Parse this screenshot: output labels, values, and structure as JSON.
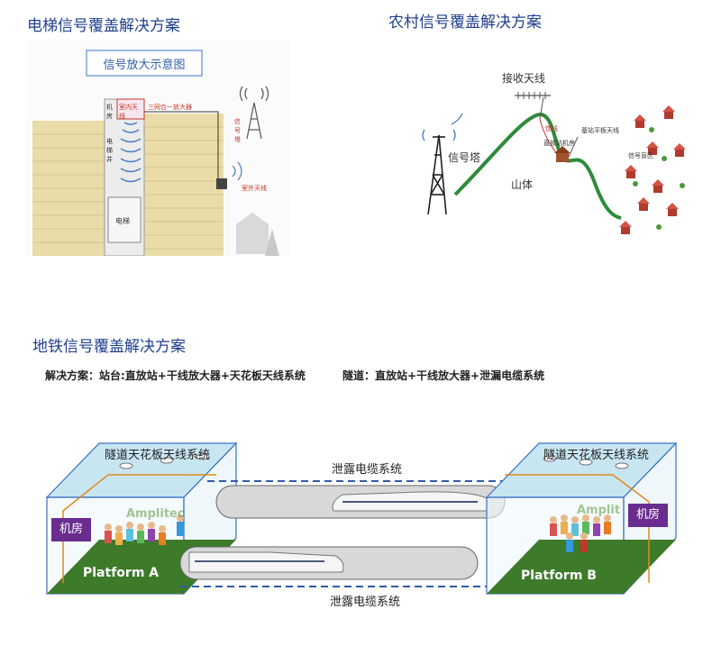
{
  "elevator": {
    "title": "电梯信号覆盖解决方案",
    "diagram_title": "信号放大示意图",
    "labels": {
      "machine_room": "机房",
      "indoor_antenna": "室内天线",
      "amplifier": "三网合一放大器",
      "shaft": "电梯井",
      "elevator": "电梯",
      "signal_tower": "信号塔",
      "outdoor_antenna": "室外天线"
    }
  },
  "rural": {
    "title": "农村信号覆盖解决方案",
    "labels": {
      "receive_antenna": "接收天线",
      "signal_tower": "信号塔",
      "mountain": "山体",
      "feeder": "馈线",
      "repeater_room": "直放站机房",
      "panel_antenna": "基站平板天线",
      "village": "信号盲区"
    }
  },
  "subway": {
    "title": "地铁信号覆盖解决方案",
    "solution_station": "解决方案：站台:直放站+干线放大器+天花板天线系统",
    "solution_tunnel": "隧道：直放站+干线放大器+泄漏电缆系统",
    "left_ceiling": "隧道天花板天线系统",
    "right_ceiling": "隧道天花板天线系统",
    "cable_top": "泄露电缆系统",
    "cable_bottom": "泄露电缆系统",
    "left_room": "机房",
    "right_room": "机房",
    "platform_a": "Platform A",
    "platform_b": "Platform B",
    "watermark_left": "Amplitec",
    "watermark_right": "Amplit"
  },
  "colors": {
    "title_blue": "#1f3f8f",
    "room_purple": "#6a2c8f",
    "platform_green": "#3d7a2a"
  }
}
